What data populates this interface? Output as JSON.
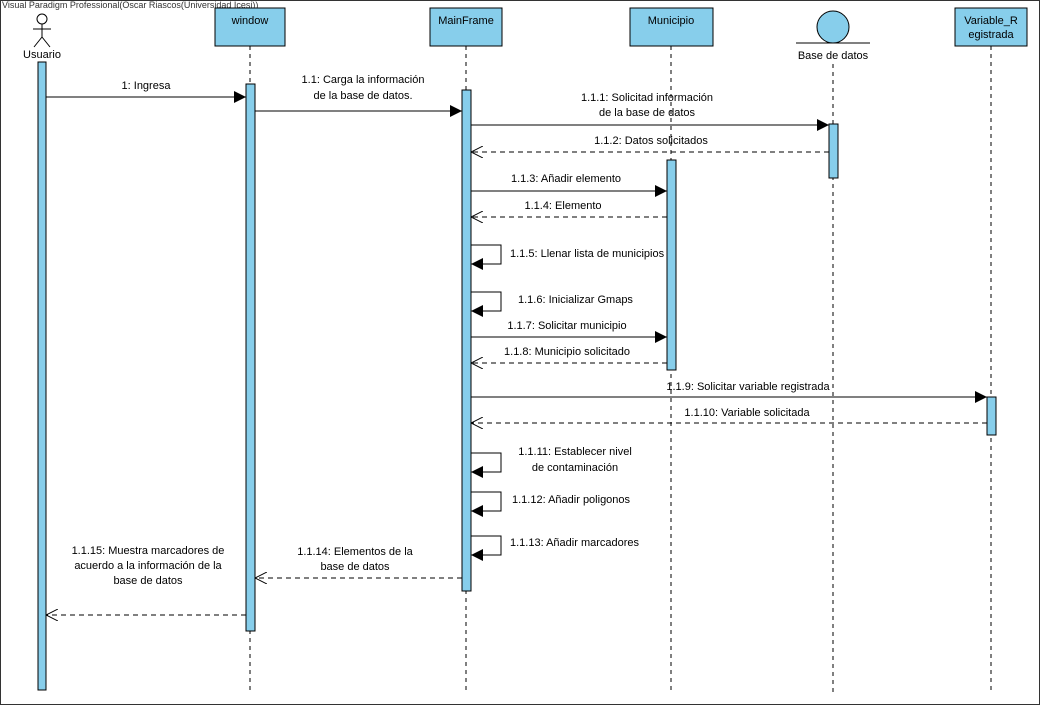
{
  "watermark": "Visual Paradigm Professional(Oscar Riascos(Universidad Icesi))",
  "colors": {
    "box_fill": "#87CEEB",
    "activation_fill": "#87CEEB",
    "line": "#000000",
    "frame_border": "#333333"
  },
  "actor": {
    "label": "Usuario",
    "icon": "stick-figure-icon"
  },
  "lifelines": [
    {
      "id": "window",
      "label": "window"
    },
    {
      "id": "mainframe",
      "label": "MainFrame"
    },
    {
      "id": "municipio",
      "label": "Municipio"
    },
    {
      "id": "basedatos",
      "label": "Base de datos",
      "icon": "entity-circle-icon"
    },
    {
      "id": "variable",
      "label_line1": "Variable_R",
      "label_line2": "egistrada"
    }
  ],
  "messages": [
    {
      "id": "m1",
      "text": "1: Ingresa"
    },
    {
      "id": "m1_1",
      "line1": "1.1: Carga la información",
      "line2": "de la base de datos."
    },
    {
      "id": "m1_1_1",
      "line1": "1.1.1: Solicitad información",
      "line2": "de la base de datos"
    },
    {
      "id": "m1_1_2",
      "text": "1.1.2: Datos solicitados"
    },
    {
      "id": "m1_1_3",
      "text": "1.1.3: Añadir elemento"
    },
    {
      "id": "m1_1_4",
      "text": "1.1.4: Elemento"
    },
    {
      "id": "m1_1_5",
      "text": "1.1.5: Llenar lista de municipios"
    },
    {
      "id": "m1_1_6",
      "text": "1.1.6: Inicializar Gmaps"
    },
    {
      "id": "m1_1_7",
      "text": "1.1.7: Solicitar municipio"
    },
    {
      "id": "m1_1_8",
      "text": "1.1.8: Municipio solicitado"
    },
    {
      "id": "m1_1_9",
      "text": "1.1.9: Solicitar variable registrada"
    },
    {
      "id": "m1_1_10",
      "text": "1.1.10: Variable solicitada"
    },
    {
      "id": "m1_1_11",
      "line1": "1.1.11: Establecer nivel",
      "line2": "de contaminación"
    },
    {
      "id": "m1_1_12",
      "text": "1.1.12: Añadir poligonos"
    },
    {
      "id": "m1_1_13",
      "text": "1.1.13: Añadir marcadores"
    },
    {
      "id": "m1_1_14",
      "line1": "1.1.14: Elementos de la",
      "line2": "base de datos"
    },
    {
      "id": "m1_1_15",
      "line1": "1.1.15: Muestra marcadores de",
      "line2": "acuerdo a la información de la",
      "line3": "base de datos"
    }
  ]
}
